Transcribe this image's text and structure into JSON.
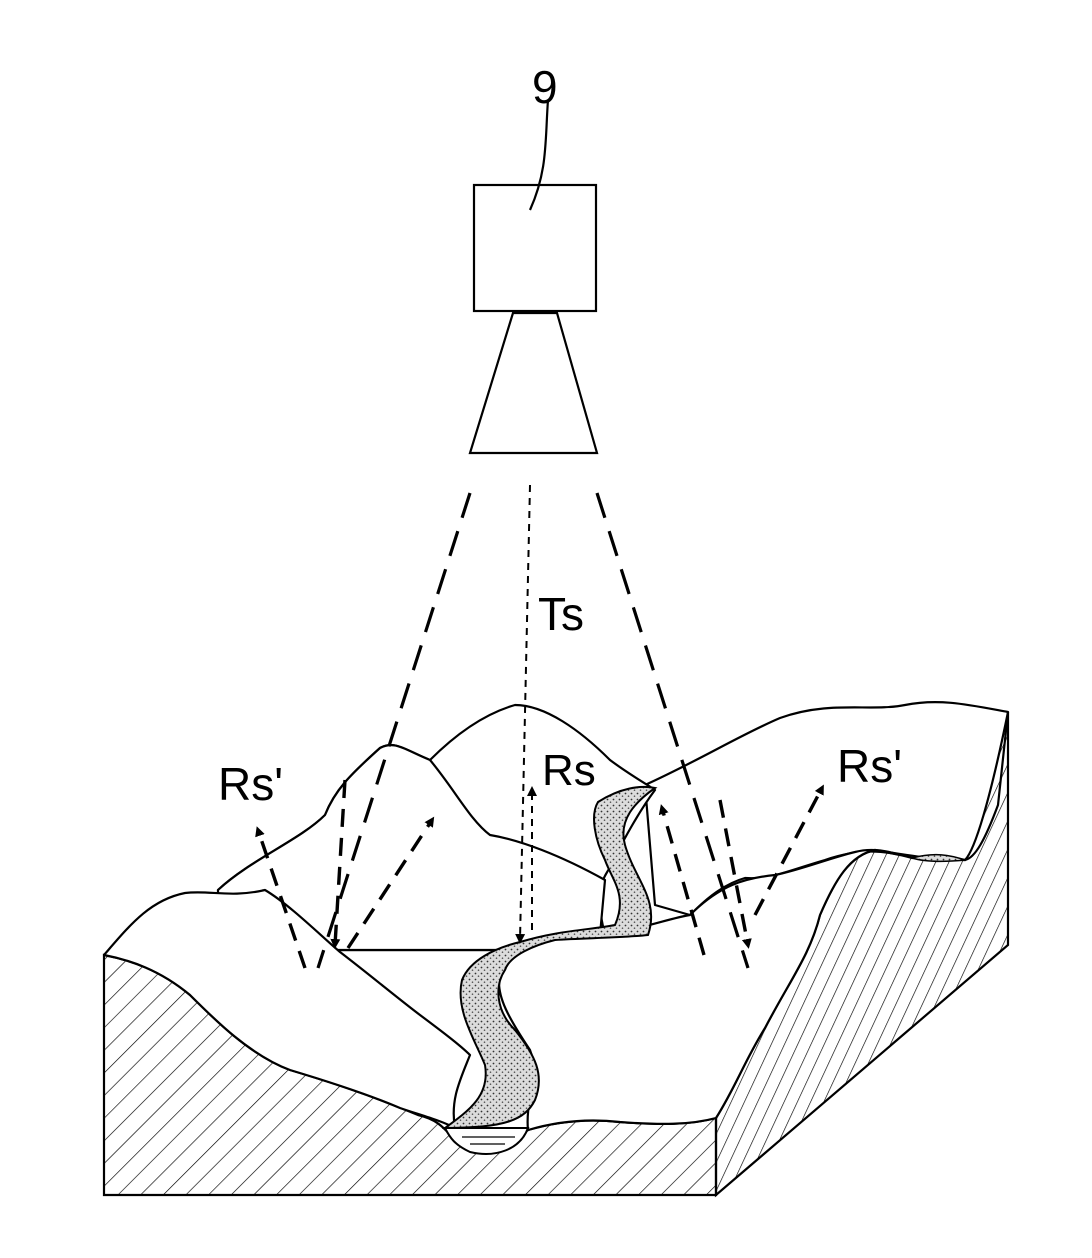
{
  "labels": {
    "sensor_ref": "9",
    "transmit": "Ts",
    "receive": "Rs",
    "scatter_left": "Rs'",
    "scatter_right": "Rs'"
  }
}
